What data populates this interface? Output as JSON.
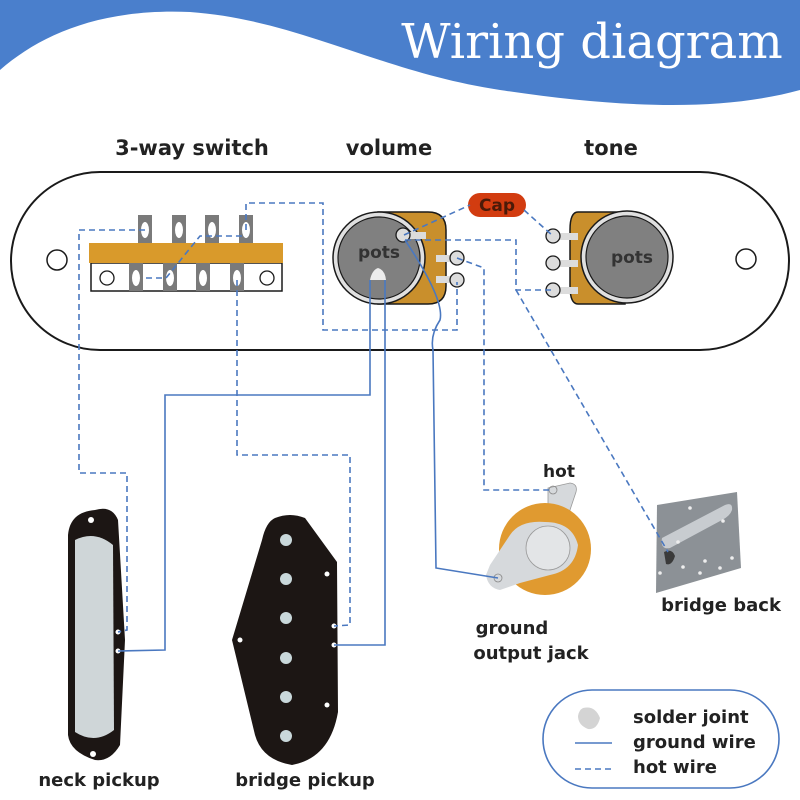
{
  "header": {
    "title": "Wiring diagram",
    "banner_color": "#4a7fcc"
  },
  "control_plate": {
    "labels": {
      "switch": "3-way switch",
      "volume": "volume",
      "tone": "tone"
    },
    "volume_pot_label": "pots",
    "tone_pot_label": "pots",
    "capacitor_label": "Cap"
  },
  "components": {
    "output_jack": {
      "hot_label": "hot",
      "ground_label": "ground",
      "name_label": "output jack"
    },
    "bridge_back_label": "bridge back",
    "neck_pickup_label": "neck pickup",
    "bridge_pickup_label": "bridge pickup"
  },
  "legend": {
    "items": [
      {
        "symbol": "solder-joint",
        "label": "solder joint"
      },
      {
        "symbol": "ground-wire",
        "label": "ground wire"
      },
      {
        "symbol": "hot-wire",
        "label": "hot wire"
      }
    ]
  },
  "colors": {
    "wire": "#4a78c0",
    "pot_body": "#c98f2c",
    "pot_face": "#808080",
    "capacitor": "#d23c10",
    "switch_bar": "#d99a2b"
  }
}
